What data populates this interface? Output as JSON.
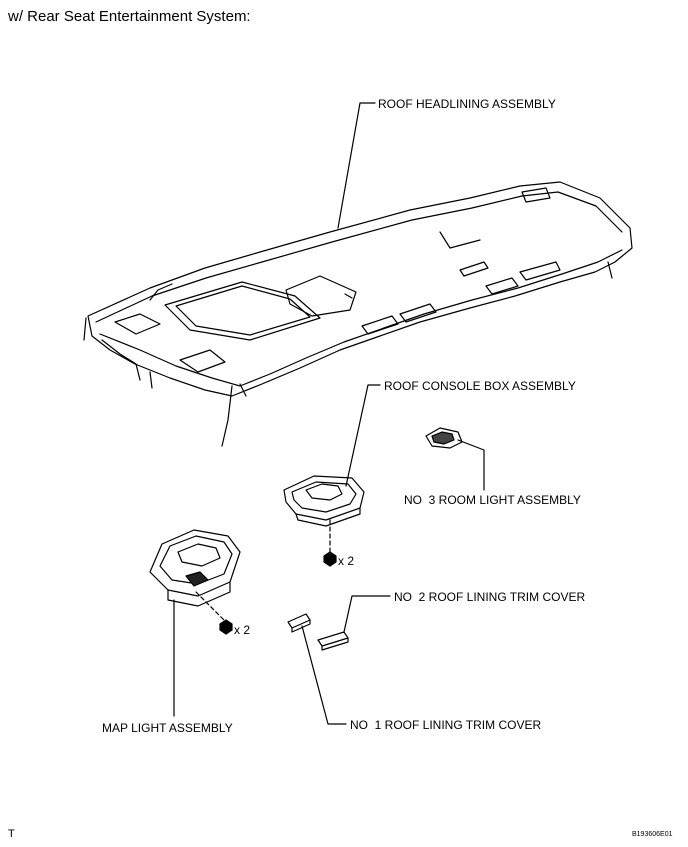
{
  "header": {
    "title": "w/ Rear Seat Entertainment System:"
  },
  "labels": {
    "roof_headlining": "ROOF HEADLINING ASSEMBLY",
    "roof_console_box": "ROOF CONSOLE BOX ASSEMBLY",
    "room_light_3": "NO  3 ROOM LIGHT ASSEMBLY",
    "trim_cover_2": "NO  2 ROOF LINING TRIM COVER",
    "trim_cover_1": "NO  1 ROOF LINING TRIM COVER",
    "map_light": "MAP LIGHT ASSEMBLY"
  },
  "quantities": {
    "console_screws": "x 2",
    "map_light_screws": "x 2"
  },
  "footer": {
    "corner_mark": "T",
    "figure_id": "B193606E01"
  }
}
